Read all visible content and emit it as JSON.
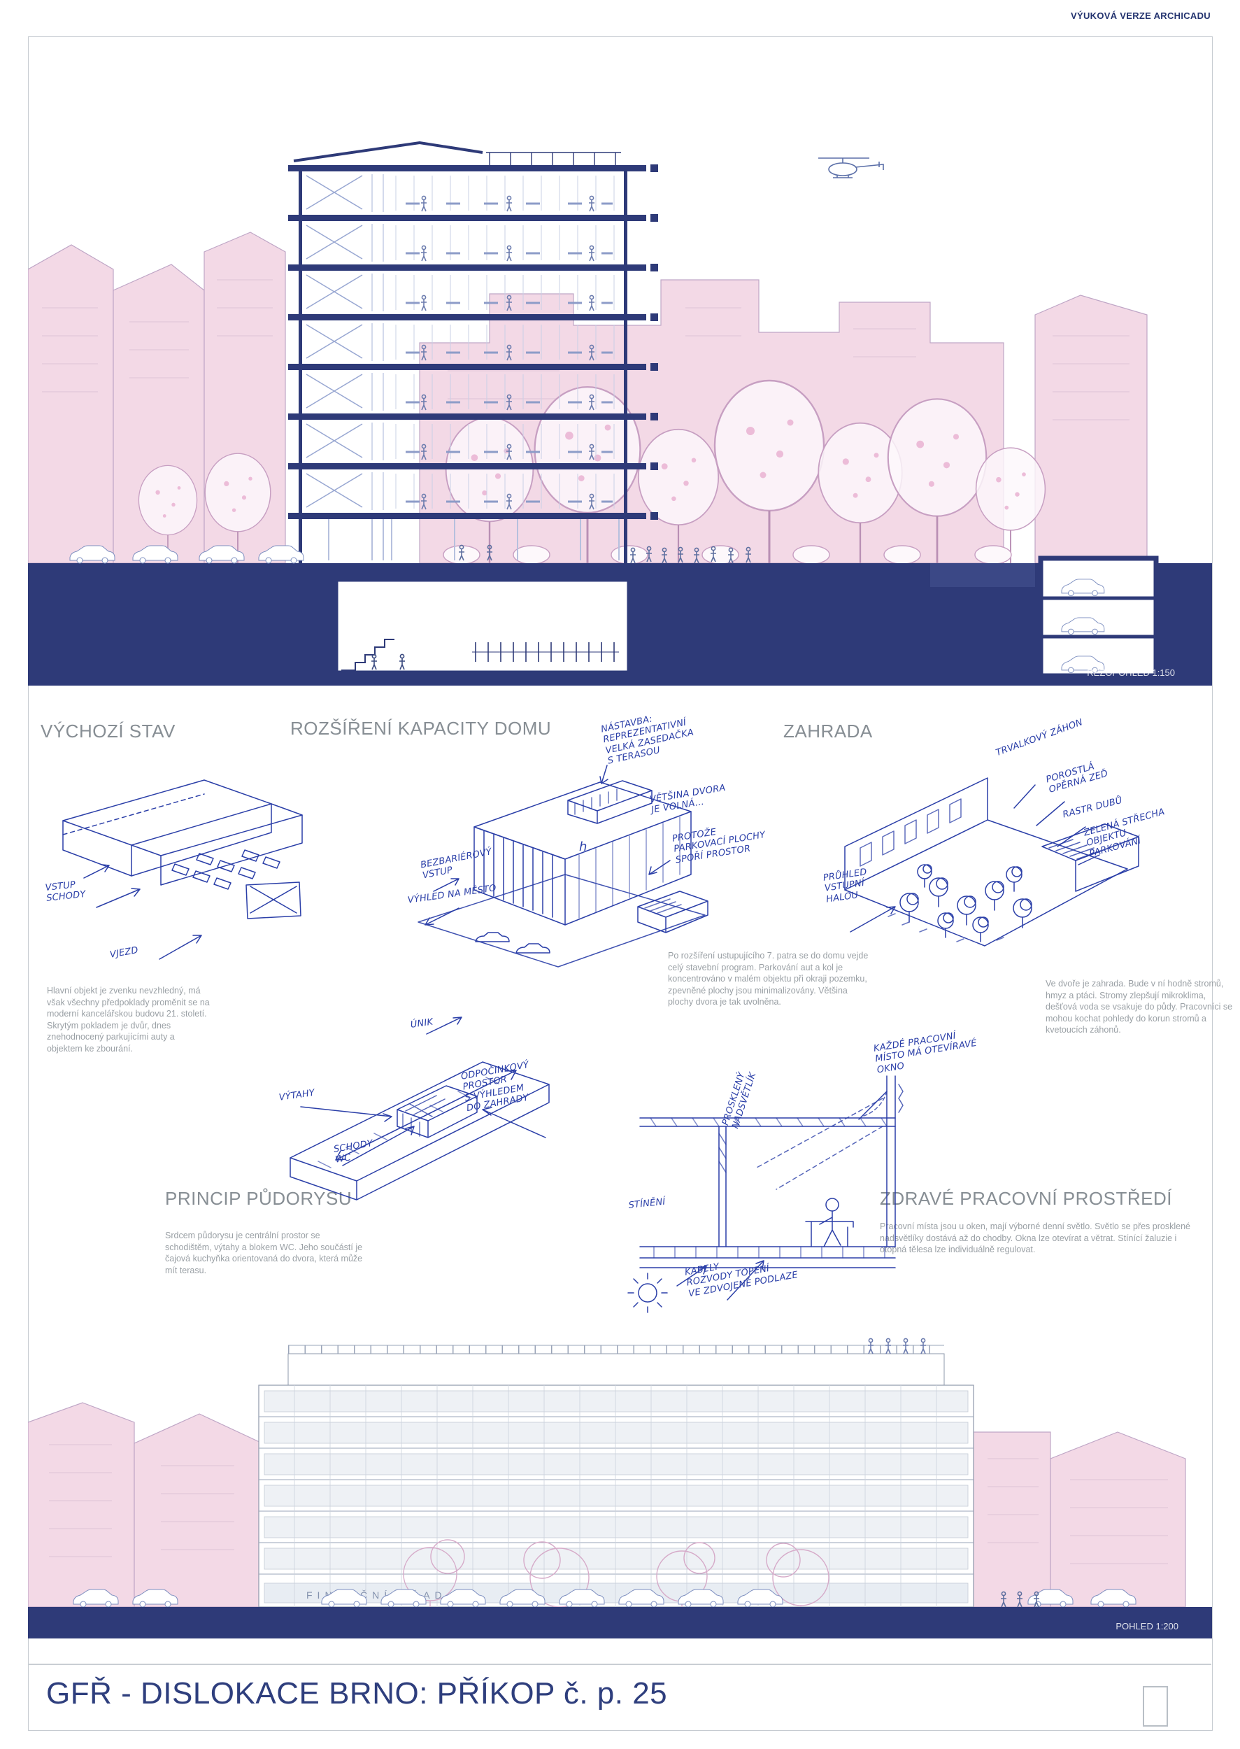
{
  "meta": {
    "watermark": "VÝUKOVÁ VERZE ARCHICADU"
  },
  "title": "GFŘ - DISLOKACE BRNO: PŘÍKOP č. p. 25",
  "section_drawing": {
    "label": "ŘEZOPOHLED 1:150"
  },
  "elevation_drawing": {
    "label": "POHLED 1:200",
    "building_sign": "FINANČNÍ ÚŘAD"
  },
  "sections": {
    "vychozi_stav": {
      "heading": "VÝCHOZÍ STAV",
      "body": "Hlavní objekt je zvenku nevzhledný, má však všechny předpoklady proměnit se na moderní kancelářskou budovu 21. století. Skrytým pokladem je dvůr, dnes znehodnocený parkujícími auty a objektem ke zbourání.",
      "notes": [
        "VSTUP\nSCHODY",
        "VJEZD"
      ]
    },
    "rozsireni": {
      "heading": "ROZŠÍŘENÍ KAPACITY DOMU",
      "body": "Po rozšíření ustupujícího 7. patra se do domu vejde celý stavební program. Parkování aut a kol je koncentrováno v malém objektu při okraji pozemku, zpevněné plochy jsou minimalizovány. Většina plochy dvora je tak uvolněna.",
      "notes": [
        "NÁSTAVBA:\nREPREZENTATIVNÍ\nVELKÁ ZASEDAČKA\nS TERASOU",
        "VĚTŠINA DVORA\nJE VOLNÁ...",
        "PROTOŽE\nPARKOVACÍ PLOCHY\nSPOŘÍ PROSTOR",
        "BEZBARIÉROVÝ\nVSTUP",
        "VÝHLED NA MĚSTO",
        "h"
      ]
    },
    "zahrada": {
      "heading": "ZAHRADA",
      "body": "Ve dvoře je zahrada. Bude v ní hodně stromů, hmyz a ptáci. Stromy zlepšují mikroklima, dešťová voda se vsakuje do půdy. Pracovníci se mohou kochat pohledy do korun stromů a kvetoucích záhonů.",
      "notes": [
        "TRVALKOVÝ ZÁHON",
        "POROSTLÁ\nOPĚRNÁ ZEĎ",
        "RASTR DUBŮ",
        "ZELENÁ STŘECHA\nOBJEKTU\nPARKOVÁNÍ",
        "PRŮHLED\nVSTUPNÍ\nHALOU"
      ]
    },
    "princip": {
      "heading": "PRINCIP PŮDORYSU",
      "body": "Srdcem půdorysu je centrální prostor se schodištěm, výtahy a blokem WC. Jeho součástí je čajová kuchyňka orientovaná do dvora, která může mít terasu.",
      "notes": [
        "ÚNIK",
        "VÝTAHY",
        "ODPOČINKOVÝ\nPROSTOR\nS VÝHLEDEM\nDO ZAHRADY",
        "SCHODY\nWC"
      ]
    },
    "zdrave": {
      "heading": "ZDRAVÉ PRACOVNÍ PROSTŘEDÍ",
      "body": "Pracovní místa jsou u oken, mají výborné denní světlo. Světlo se přes prosklené nadsvětlíky dostává až do chodby. Okna lze otevírat a větrat. Stínící žaluzie i otopná tělesa lze individuálně regulovat.",
      "notes": [
        "KAŽDÉ PRACOVNÍ\nMÍSTO MÁ OTEVÍRAVÉ\nOKNO",
        "PROSKLENÝ\nNADSVĚTLÍK",
        "STÍNĚNÍ",
        "KABELY\nROZVODY TOPENÍ\nVE ZDVOJENÉ PODLAZE"
      ]
    }
  },
  "colors": {
    "navy": "#2e3a78",
    "pink": "#f3d9e6",
    "ink": "#2b3fa8",
    "heading_gray": "#878e94",
    "body_gray": "#9aa0a5"
  }
}
